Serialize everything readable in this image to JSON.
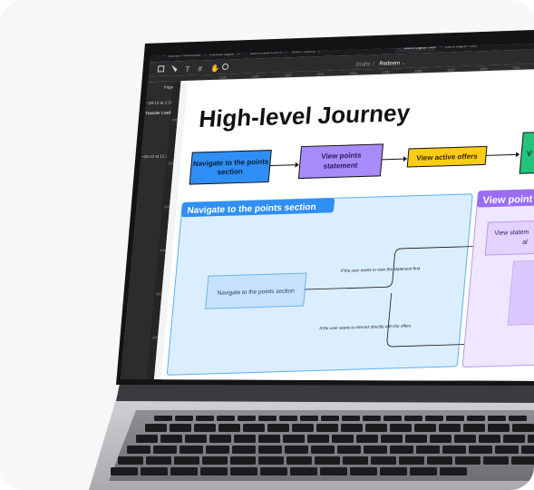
{
  "browser_tabs": [
    {
      "label": "Bonsa Presentation",
      "active": false
    },
    {
      "label": "ClickUp Digital - C",
      "active": false
    },
    {
      "label": "Boma Butal Commi",
      "active": false
    },
    {
      "label": "Tesla Property - L",
      "active": false
    },
    {
      "label": "Laxmi Digital - Des",
      "active": true
    },
    {
      "label": "Laxmi Digital - Des",
      "active": false
    }
  ],
  "toolbar": {
    "breadcrumb_folder": "Drafts",
    "breadcrumb_separator": "/",
    "file_name": "Redeem"
  },
  "ruler": {
    "top": [
      "1200",
      "1300",
      "1400",
      "1500",
      "1600",
      "1700",
      "1800",
      "1900",
      "2000",
      "2100"
    ],
    "left": [
      "100",
      "200",
      "300",
      "400",
      "500",
      "600"
    ]
  },
  "left_panel": {
    "page_label": "Page 1",
    "items": [
      "~09-13 at 2.24.1",
      "Transfer Loading",
      "~09-13 at 12.27.1"
    ]
  },
  "canvas": {
    "title": "High-level Journey",
    "flow_boxes": [
      {
        "label_line1": "Navigate to the points",
        "label_line2": "section",
        "color": "#2f8ff5"
      },
      {
        "label_line1": "View points",
        "label_line2": "statement",
        "color": "#a78bfa"
      },
      {
        "label_line1": "View active offers",
        "label_line2": "",
        "color": "#facc15"
      },
      {
        "label_line1": "V",
        "label_line2": "",
        "color": "#22c37a"
      }
    ],
    "section_1": {
      "title": "Navigate to the points section",
      "node": "Navigate to the points section",
      "branch_top": "If the user wants to view the statement first",
      "branch_bottom": "If the user wants to interact directly with the offers"
    },
    "section_2": {
      "title": "View point",
      "node_line1": "View statem",
      "node_line2": "al"
    }
  },
  "colors": {
    "blue_accent": "#2f8ff5",
    "purple_accent": "#9b6df5",
    "section_blue_bg": "#dbeeff",
    "section_purple_bg": "#efe6ff",
    "app_dark": "#2c2c2e"
  }
}
